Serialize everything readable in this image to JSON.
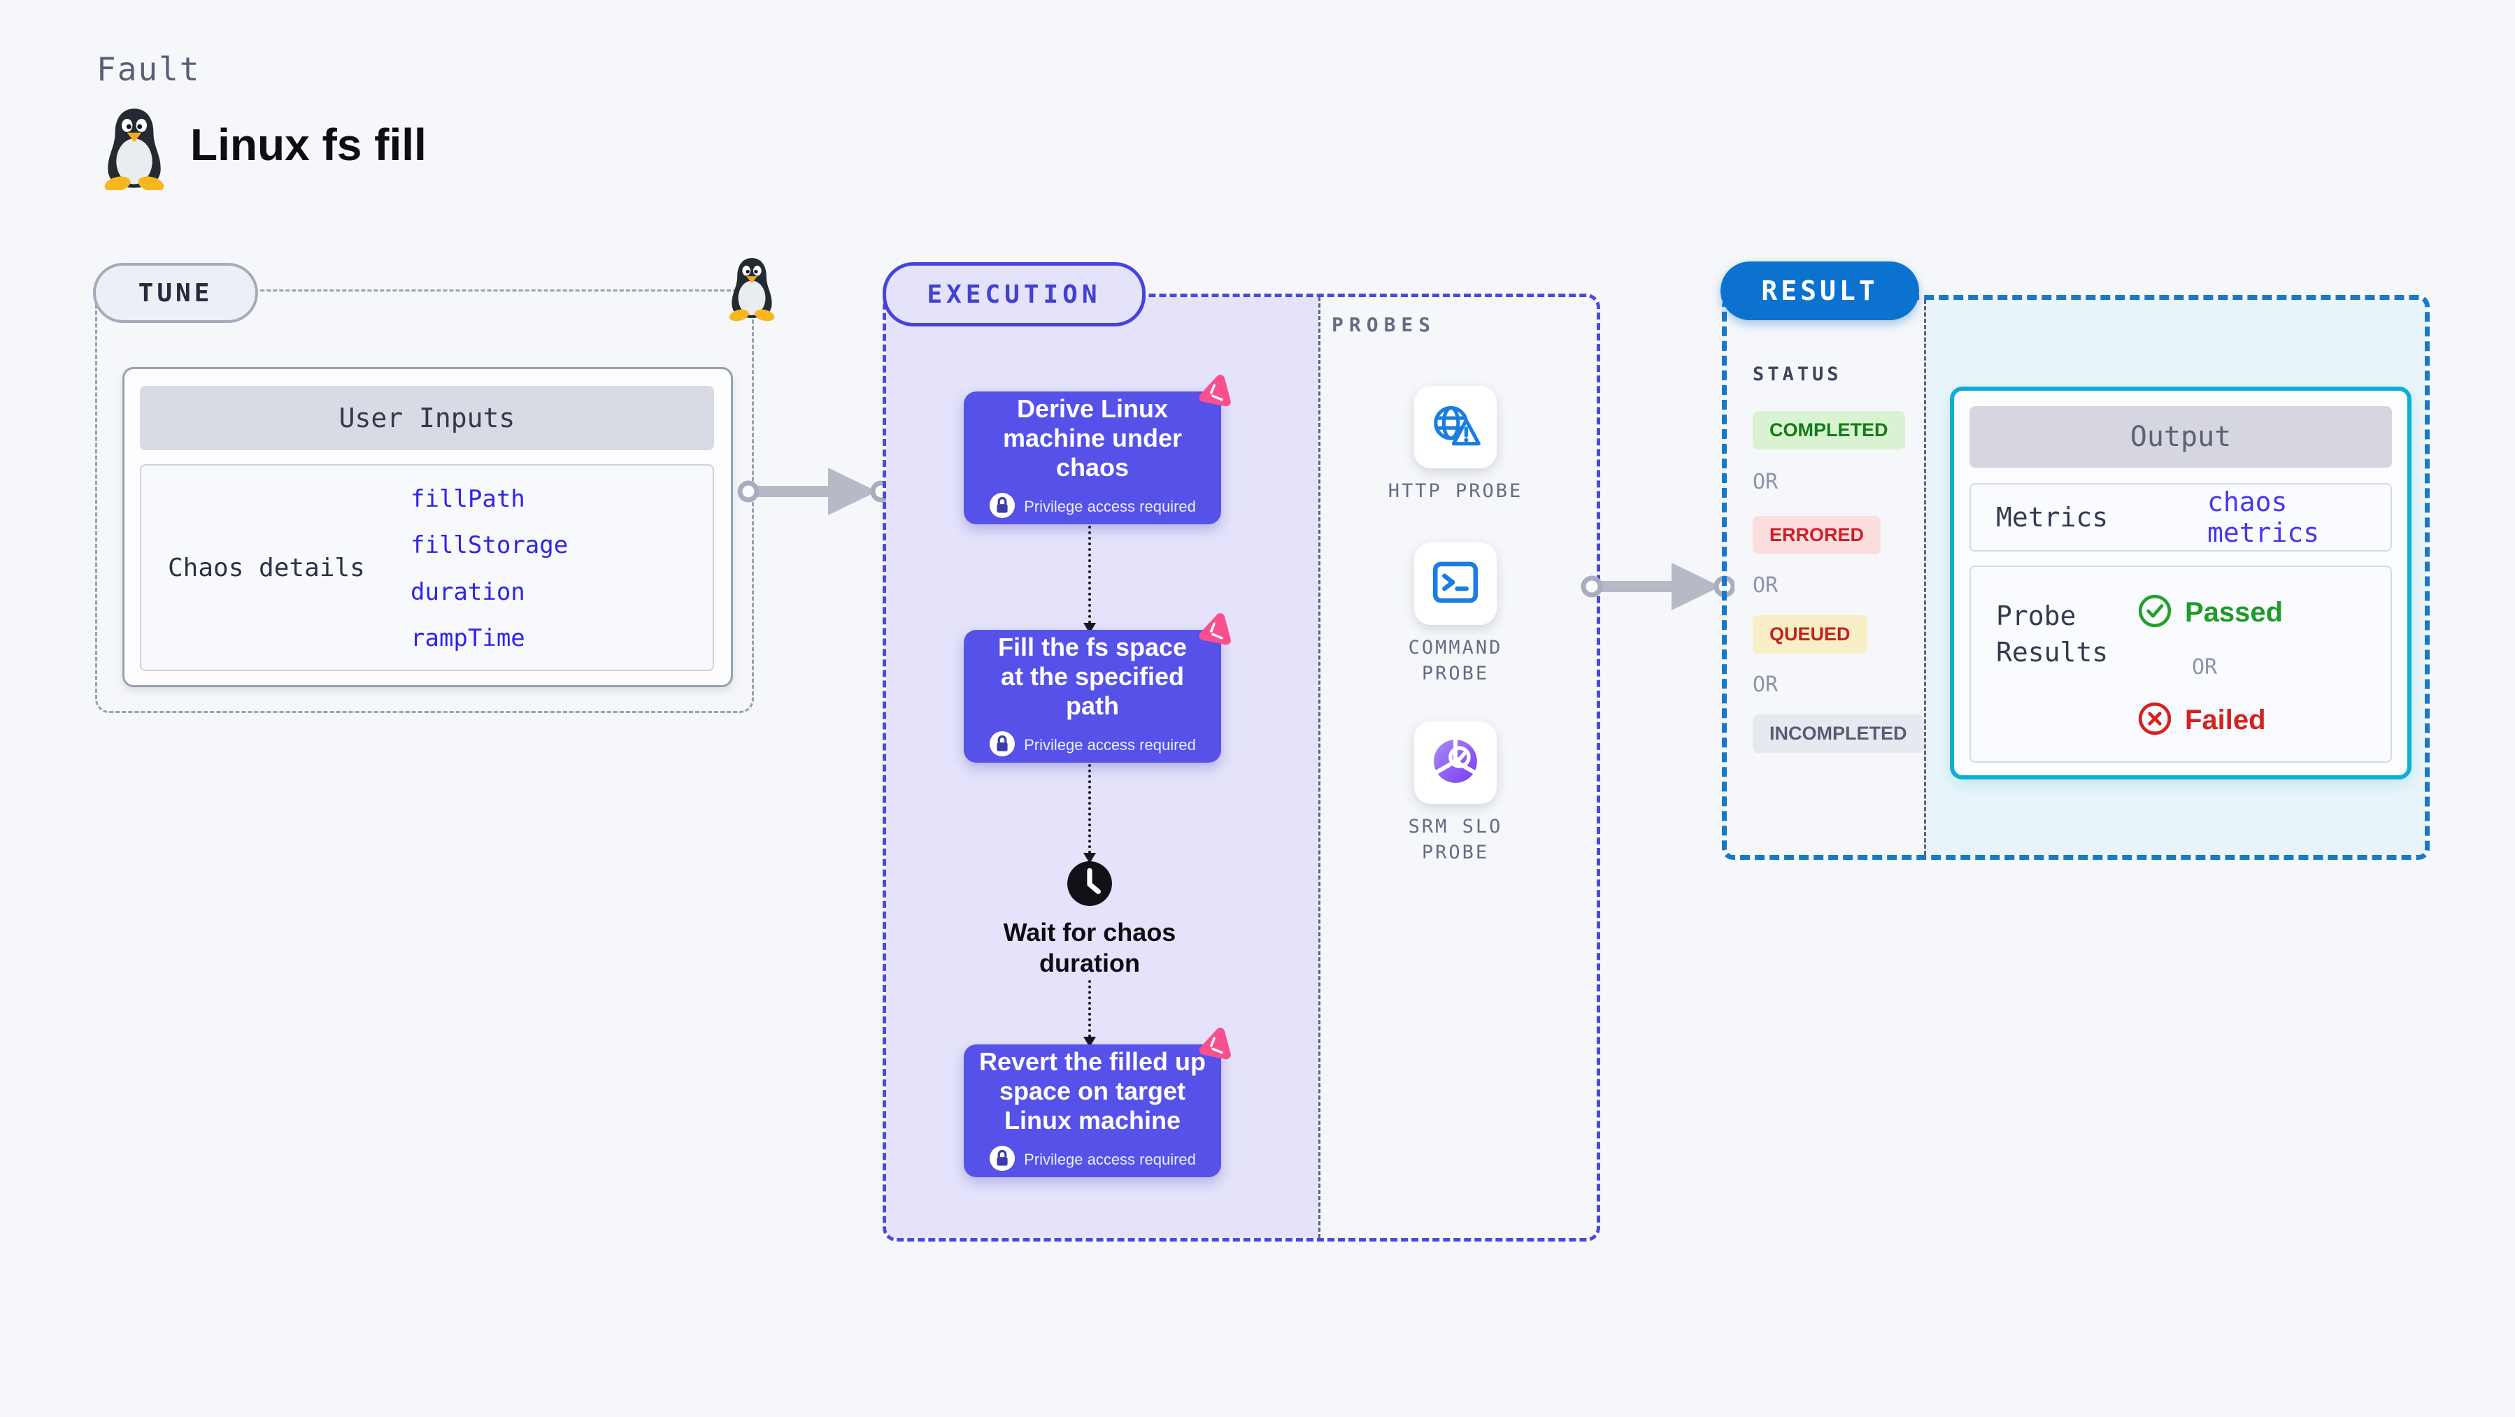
{
  "page": {
    "kicker": "Fault",
    "title": "Linux fs fill"
  },
  "tune": {
    "badge": "TUNE",
    "panel_title": "User Inputs",
    "row_label": "Chaos details",
    "inputs": [
      "fillPath",
      "fillStorage",
      "duration",
      "rampTime"
    ]
  },
  "execution": {
    "badge": "EXECUTION",
    "privilege": "Privilege access required",
    "steps": [
      "Derive Linux\nmachine under\nchaos",
      "Fill the fs space\nat the specified\npath",
      "Revert the filled up\nspace on target\nLinux machine"
    ],
    "wait": "Wait for chaos\nduration"
  },
  "probes": {
    "label": "PROBES",
    "items": [
      {
        "icon": "globe-alert-icon",
        "label": "HTTP PROBE"
      },
      {
        "icon": "terminal-icon",
        "label": "COMMAND\nPROBE"
      },
      {
        "icon": "slo-donut-icon",
        "label": "SRM SLO\nPROBE"
      }
    ]
  },
  "result": {
    "badge": "RESULT",
    "status_label": "STATUS",
    "or": "OR",
    "statuses": [
      {
        "label": "COMPLETED",
        "type": "success"
      },
      {
        "label": "ERRORED",
        "type": "error"
      },
      {
        "label": "QUEUED",
        "type": "queued"
      },
      {
        "label": "INCOMPLETED",
        "type": "incomplete"
      }
    ],
    "output": {
      "title": "Output",
      "metrics_label": "Metrics",
      "metrics_value": "chaos metrics",
      "probe_results_label": "Probe\nResults",
      "passed": "Passed",
      "failed": "Failed"
    }
  },
  "colors": {
    "page_bg": "#f5f7fa",
    "step_block": "#5651e9",
    "execution_accent": "#4644da",
    "execution_bg": "#e4e3fb",
    "result_badge": "#0b73cf",
    "result_dash": "#1878cc",
    "output_border": "#0caed6",
    "output_bg": "#e8f4f9",
    "success_green": "#137c17",
    "fail_red": "#d7201f",
    "queued_yellow_bg": "#f9efc6",
    "link_blue": "#2f25e8",
    "probe_icon_blue": "#1b7de0",
    "chaos_pink": "#f8508f",
    "arrow_gray": "#b6b9c6"
  }
}
